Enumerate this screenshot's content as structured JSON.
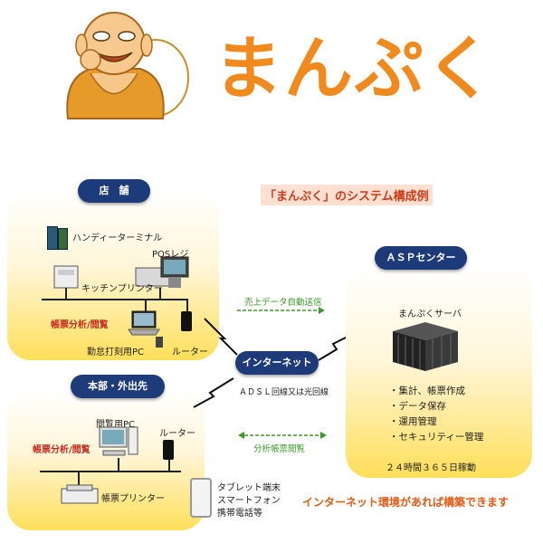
{
  "brand": {
    "title": "まんぷく",
    "logo": "laughing-buddha-mascot",
    "title_color": "#f08a1e"
  },
  "caption": "「まんぷく」のシステム構成例",
  "store": {
    "header": "店　舗",
    "handy": "ハンディーターミナル",
    "pos": "POSレジ",
    "kitchen_printer": "キッチンプリンター",
    "analysis": "帳票分析/閲覧",
    "attendance_pc": "勤怠打刻用PC",
    "router": "ルーター"
  },
  "hq": {
    "header": "本部・外出先",
    "pc": "閲覧用PC",
    "router": "ルーター",
    "analysis": "帳票分析/閲覧",
    "printer": "帳票プリンター",
    "mobile": [
      "タブレット端末",
      "スマートフォン",
      "携帯電話等"
    ]
  },
  "internet": {
    "label": "インターネット",
    "connection": "ＡＤＳＬ回線又は光回線"
  },
  "links": {
    "upload": "売上データ自動送信",
    "browse": "分析帳票閲覧"
  },
  "asp": {
    "header": "ＡＳＰセンター",
    "server": "まんぷくサーバ",
    "features": [
      "・集計、帳票作成",
      "・データ保存",
      "・運用管理",
      "・セキュリティー管理"
    ],
    "uptime": "２４時間３６５日稼動"
  },
  "footer": "インターネット環境があれば構築できます",
  "colors": {
    "navy": "#1d3b78",
    "orange": "#f08a1e",
    "red": "#c8281c",
    "green": "#3a9a2a",
    "panel_yellow": "#ffdf5a"
  }
}
